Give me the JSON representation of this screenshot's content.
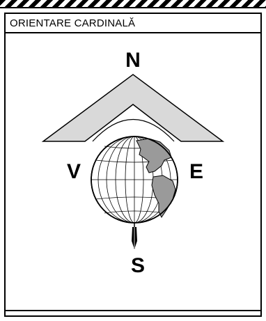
{
  "panel": {
    "title": "ORIENTARE CARDINALĂ"
  },
  "compass": {
    "north": "N",
    "south": "S",
    "west": "V",
    "east": "E"
  },
  "colors": {
    "roof_fill": "#d9d9d9",
    "land_fill": "#9a9a9a",
    "stroke": "#000000"
  },
  "icons": {
    "globe": "globe-americas-icon",
    "needle": "compass-needle-icon"
  }
}
